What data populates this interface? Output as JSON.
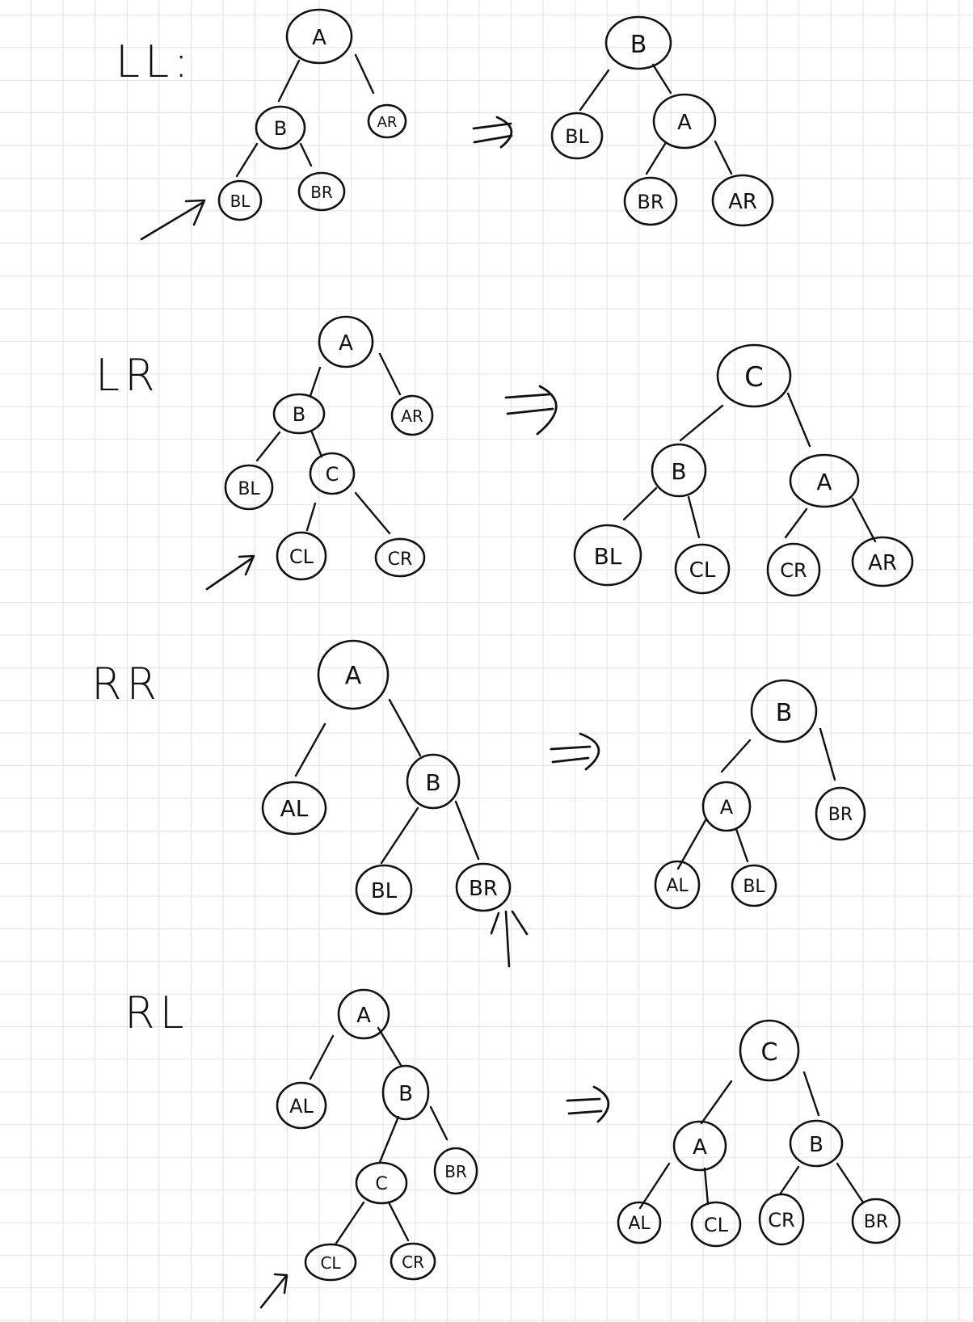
{
  "sections": [
    {
      "id": "ll",
      "title": "LL:",
      "before": {
        "nodes": [
          {
            "id": "A",
            "label": "A"
          },
          {
            "id": "B",
            "label": "B"
          },
          {
            "id": "AR",
            "label": "AR"
          },
          {
            "id": "BL",
            "label": "BL"
          },
          {
            "id": "BR",
            "label": "BR"
          }
        ],
        "edges": [
          [
            "A",
            "B"
          ],
          [
            "A",
            "AR"
          ],
          [
            "B",
            "BL"
          ],
          [
            "B",
            "BR"
          ]
        ],
        "insertion_marker_at": "BL"
      },
      "after": {
        "nodes": [
          {
            "id": "B",
            "label": "B"
          },
          {
            "id": "BL",
            "label": "BL"
          },
          {
            "id": "A",
            "label": "A"
          },
          {
            "id": "BR",
            "label": "BR"
          },
          {
            "id": "AR",
            "label": "AR"
          }
        ],
        "edges": [
          [
            "B",
            "BL"
          ],
          [
            "B",
            "A"
          ],
          [
            "A",
            "BR"
          ],
          [
            "A",
            "AR"
          ]
        ]
      }
    },
    {
      "id": "lr",
      "title": "LR",
      "before": {
        "nodes": [
          {
            "id": "A",
            "label": "A"
          },
          {
            "id": "B",
            "label": "B"
          },
          {
            "id": "AR",
            "label": "AR"
          },
          {
            "id": "BL",
            "label": "BL"
          },
          {
            "id": "C",
            "label": "C"
          },
          {
            "id": "CL",
            "label": "CL"
          },
          {
            "id": "CR",
            "label": "CR"
          }
        ],
        "edges": [
          [
            "A",
            "B"
          ],
          [
            "A",
            "AR"
          ],
          [
            "B",
            "BL"
          ],
          [
            "B",
            "C"
          ],
          [
            "C",
            "CL"
          ],
          [
            "C",
            "CR"
          ]
        ],
        "insertion_marker_at": "CL"
      },
      "after": {
        "nodes": [
          {
            "id": "C",
            "label": "C"
          },
          {
            "id": "B",
            "label": "B"
          },
          {
            "id": "A",
            "label": "A"
          },
          {
            "id": "BL",
            "label": "BL"
          },
          {
            "id": "CL",
            "label": "CL"
          },
          {
            "id": "CR",
            "label": "CR"
          },
          {
            "id": "AR",
            "label": "AR"
          }
        ],
        "edges": [
          [
            "C",
            "B"
          ],
          [
            "C",
            "A"
          ],
          [
            "B",
            "BL"
          ],
          [
            "B",
            "CL"
          ],
          [
            "A",
            "CR"
          ],
          [
            "A",
            "AR"
          ]
        ]
      }
    },
    {
      "id": "rr",
      "title": "RR",
      "before": {
        "nodes": [
          {
            "id": "A",
            "label": "A"
          },
          {
            "id": "AL",
            "label": "AL"
          },
          {
            "id": "B",
            "label": "B"
          },
          {
            "id": "BL",
            "label": "BL"
          },
          {
            "id": "BR",
            "label": "BR"
          }
        ],
        "edges": [
          [
            "A",
            "AL"
          ],
          [
            "A",
            "B"
          ],
          [
            "B",
            "BL"
          ],
          [
            "B",
            "BR"
          ]
        ],
        "insertion_marker_at": "BR"
      },
      "after": {
        "nodes": [
          {
            "id": "B",
            "label": "B"
          },
          {
            "id": "A",
            "label": "A"
          },
          {
            "id": "BR",
            "label": "BR"
          },
          {
            "id": "AL",
            "label": "AL"
          },
          {
            "id": "BL",
            "label": "BL"
          }
        ],
        "edges": [
          [
            "B",
            "A"
          ],
          [
            "B",
            "BR"
          ],
          [
            "A",
            "AL"
          ],
          [
            "A",
            "BL"
          ]
        ]
      }
    },
    {
      "id": "rl",
      "title": "RL",
      "before": {
        "nodes": [
          {
            "id": "A",
            "label": "A"
          },
          {
            "id": "AL",
            "label": "AL"
          },
          {
            "id": "B",
            "label": "B"
          },
          {
            "id": "C",
            "label": "C"
          },
          {
            "id": "BR",
            "label": "BR"
          },
          {
            "id": "CL",
            "label": "CL"
          },
          {
            "id": "CR",
            "label": "CR"
          }
        ],
        "edges": [
          [
            "A",
            "AL"
          ],
          [
            "A",
            "B"
          ],
          [
            "B",
            "C"
          ],
          [
            "B",
            "BR"
          ],
          [
            "C",
            "CL"
          ],
          [
            "C",
            "CR"
          ]
        ],
        "insertion_marker_at": "CL"
      },
      "after": {
        "nodes": [
          {
            "id": "C",
            "label": "C"
          },
          {
            "id": "A",
            "label": "A"
          },
          {
            "id": "B",
            "label": "B"
          },
          {
            "id": "AL",
            "label": "AL"
          },
          {
            "id": "CL",
            "label": "CL"
          },
          {
            "id": "CR",
            "label": "CR"
          },
          {
            "id": "BR",
            "label": "BR"
          }
        ],
        "edges": [
          [
            "C",
            "A"
          ],
          [
            "C",
            "B"
          ],
          [
            "A",
            "AL"
          ],
          [
            "A",
            "CL"
          ],
          [
            "B",
            "CR"
          ],
          [
            "B",
            "BR"
          ]
        ]
      }
    }
  ]
}
